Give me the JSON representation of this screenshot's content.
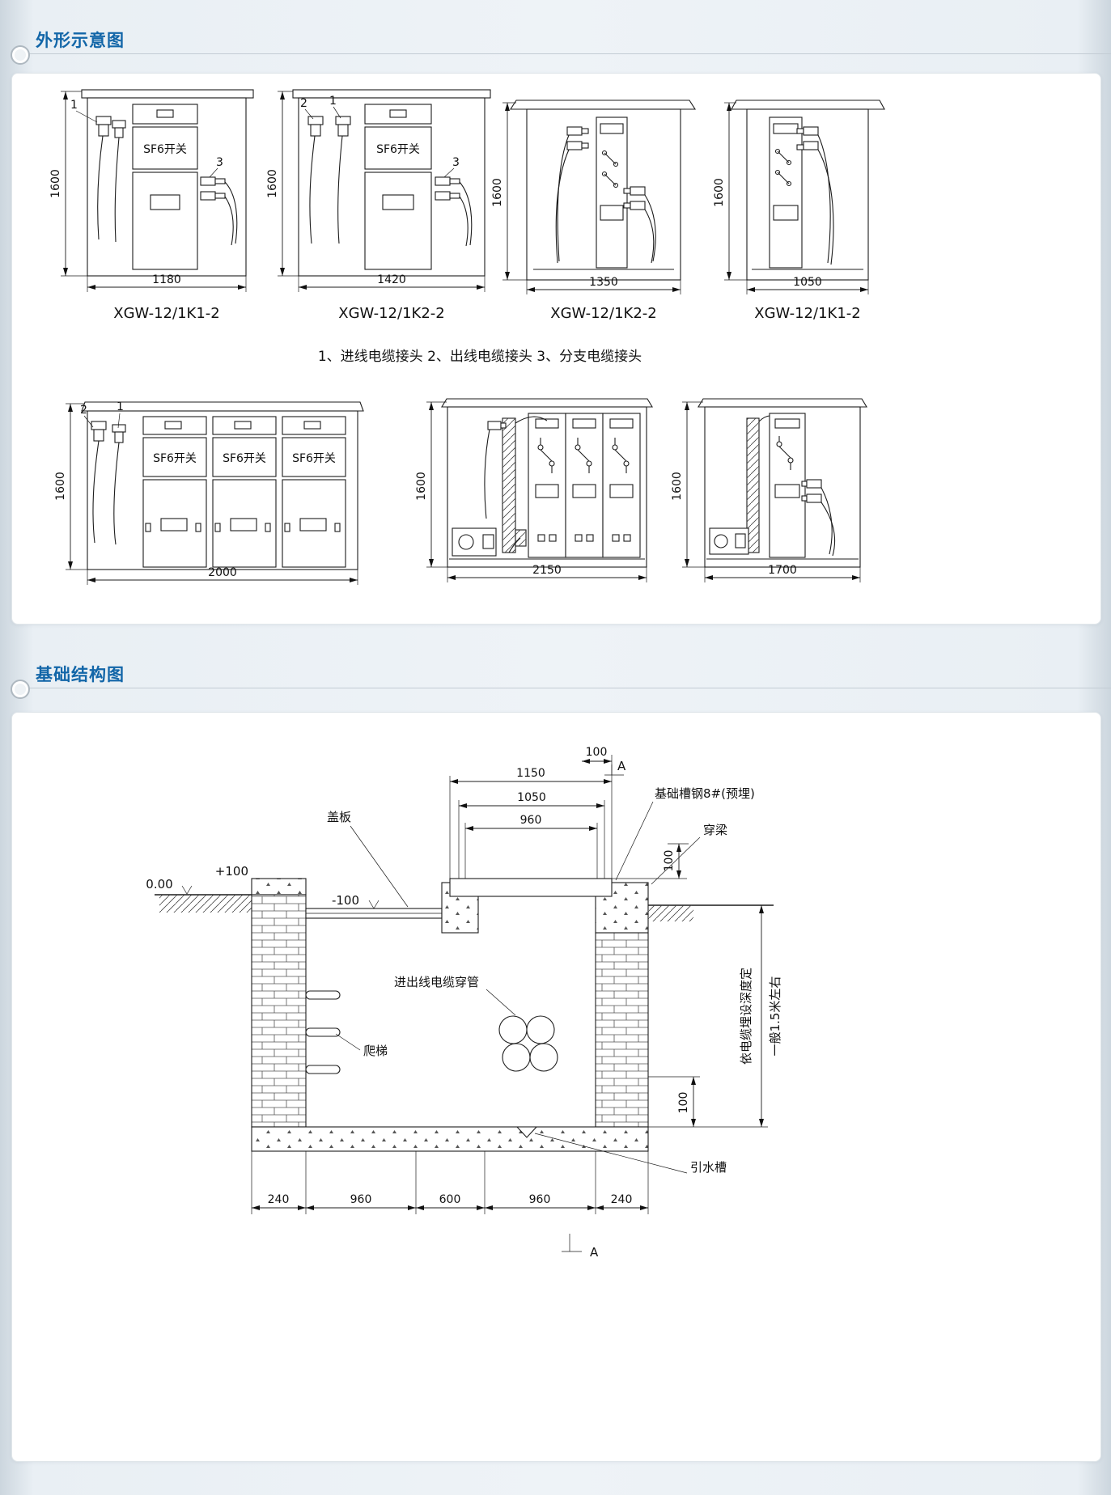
{
  "sections": {
    "outline_title": "外形示意图",
    "foundation_title": "基础结构图"
  },
  "outline": {
    "legend": "1、进线电缆接头  2、出线电缆接头  3、分支电缆接头",
    "sf6": "SF6开关",
    "row1": [
      {
        "model": "XGW-12/1K1-2",
        "w": "1180",
        "h": "1600",
        "m1": "1",
        "m3": "3"
      },
      {
        "model": "XGW-12/1K2-2",
        "w": "1420",
        "h": "1600",
        "m2": "2",
        "m1": "1",
        "m3": "3"
      },
      {
        "model": "XGW-12/1K2-2",
        "w": "1350",
        "h": "1600"
      },
      {
        "model": "XGW-12/1K1-2",
        "w": "1050",
        "h": "1600"
      }
    ],
    "row2": [
      {
        "w": "2000",
        "h": "1600",
        "m2": "2",
        "m1": "1"
      },
      {
        "w": "2150",
        "h": "1600"
      },
      {
        "w": "1700",
        "h": "1600"
      }
    ]
  },
  "foundation": {
    "dim_top_100": "100",
    "dim_1150": "1150",
    "dim_1050": "1050",
    "dim_960": "960",
    "dim_right_100": "100",
    "dim_low_100": "100",
    "bottom_dims": [
      "240",
      "960",
      "600",
      "960",
      "240"
    ],
    "label_cover": "盖板",
    "label_channel": "基础槽钢8#(预埋)",
    "label_beam": "穿梁",
    "label_conduit": "进出线电缆穿管",
    "label_ladder": "爬梯",
    "label_drain": "引水槽",
    "label_depth1": "依电缆埋设深度定",
    "label_depth2": "一般1.5米左右",
    "lvl_plus": "+100",
    "lvl_zero": "0.00",
    "lvl_minus": "-100",
    "mark_a": "A"
  }
}
